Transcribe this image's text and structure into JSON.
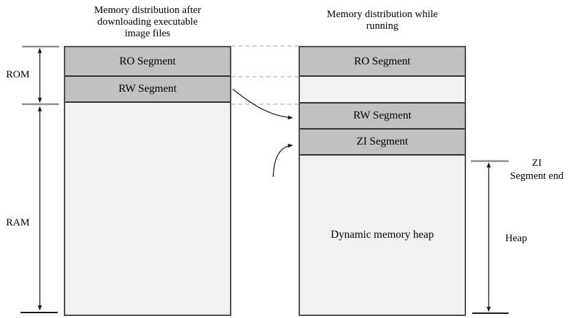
{
  "theme": {
    "page_bg": "#ffffff",
    "segment_gray": "#c1c1c1",
    "segment_light": "#f1f1f1",
    "column_border": "#4a4a4a",
    "divider": "#2b2b2b",
    "arrow": "#1a1a1a",
    "cap_gray": "#8a8a8a",
    "dash": "#cfcfcf",
    "text": "#000000"
  },
  "titles": {
    "left": {
      "lines": [
        "Memory distribution after",
        "downloading executable",
        "image files"
      ]
    },
    "right": {
      "lines": [
        "Memory distribution while",
        "running"
      ]
    }
  },
  "left_column": {
    "segments": {
      "ro": "RO Segment",
      "rw": "RW Segment"
    }
  },
  "right_column": {
    "segments": {
      "ro": "RO Segment",
      "rw": "RW Segment",
      "zi": "ZI Segment",
      "heap": "Dynamic memory heap"
    }
  },
  "measures": {
    "rom": "ROM",
    "ram": "RAM",
    "zi_end": {
      "lines": [
        "ZI",
        "Segment end"
      ]
    },
    "heap": "Heap"
  }
}
